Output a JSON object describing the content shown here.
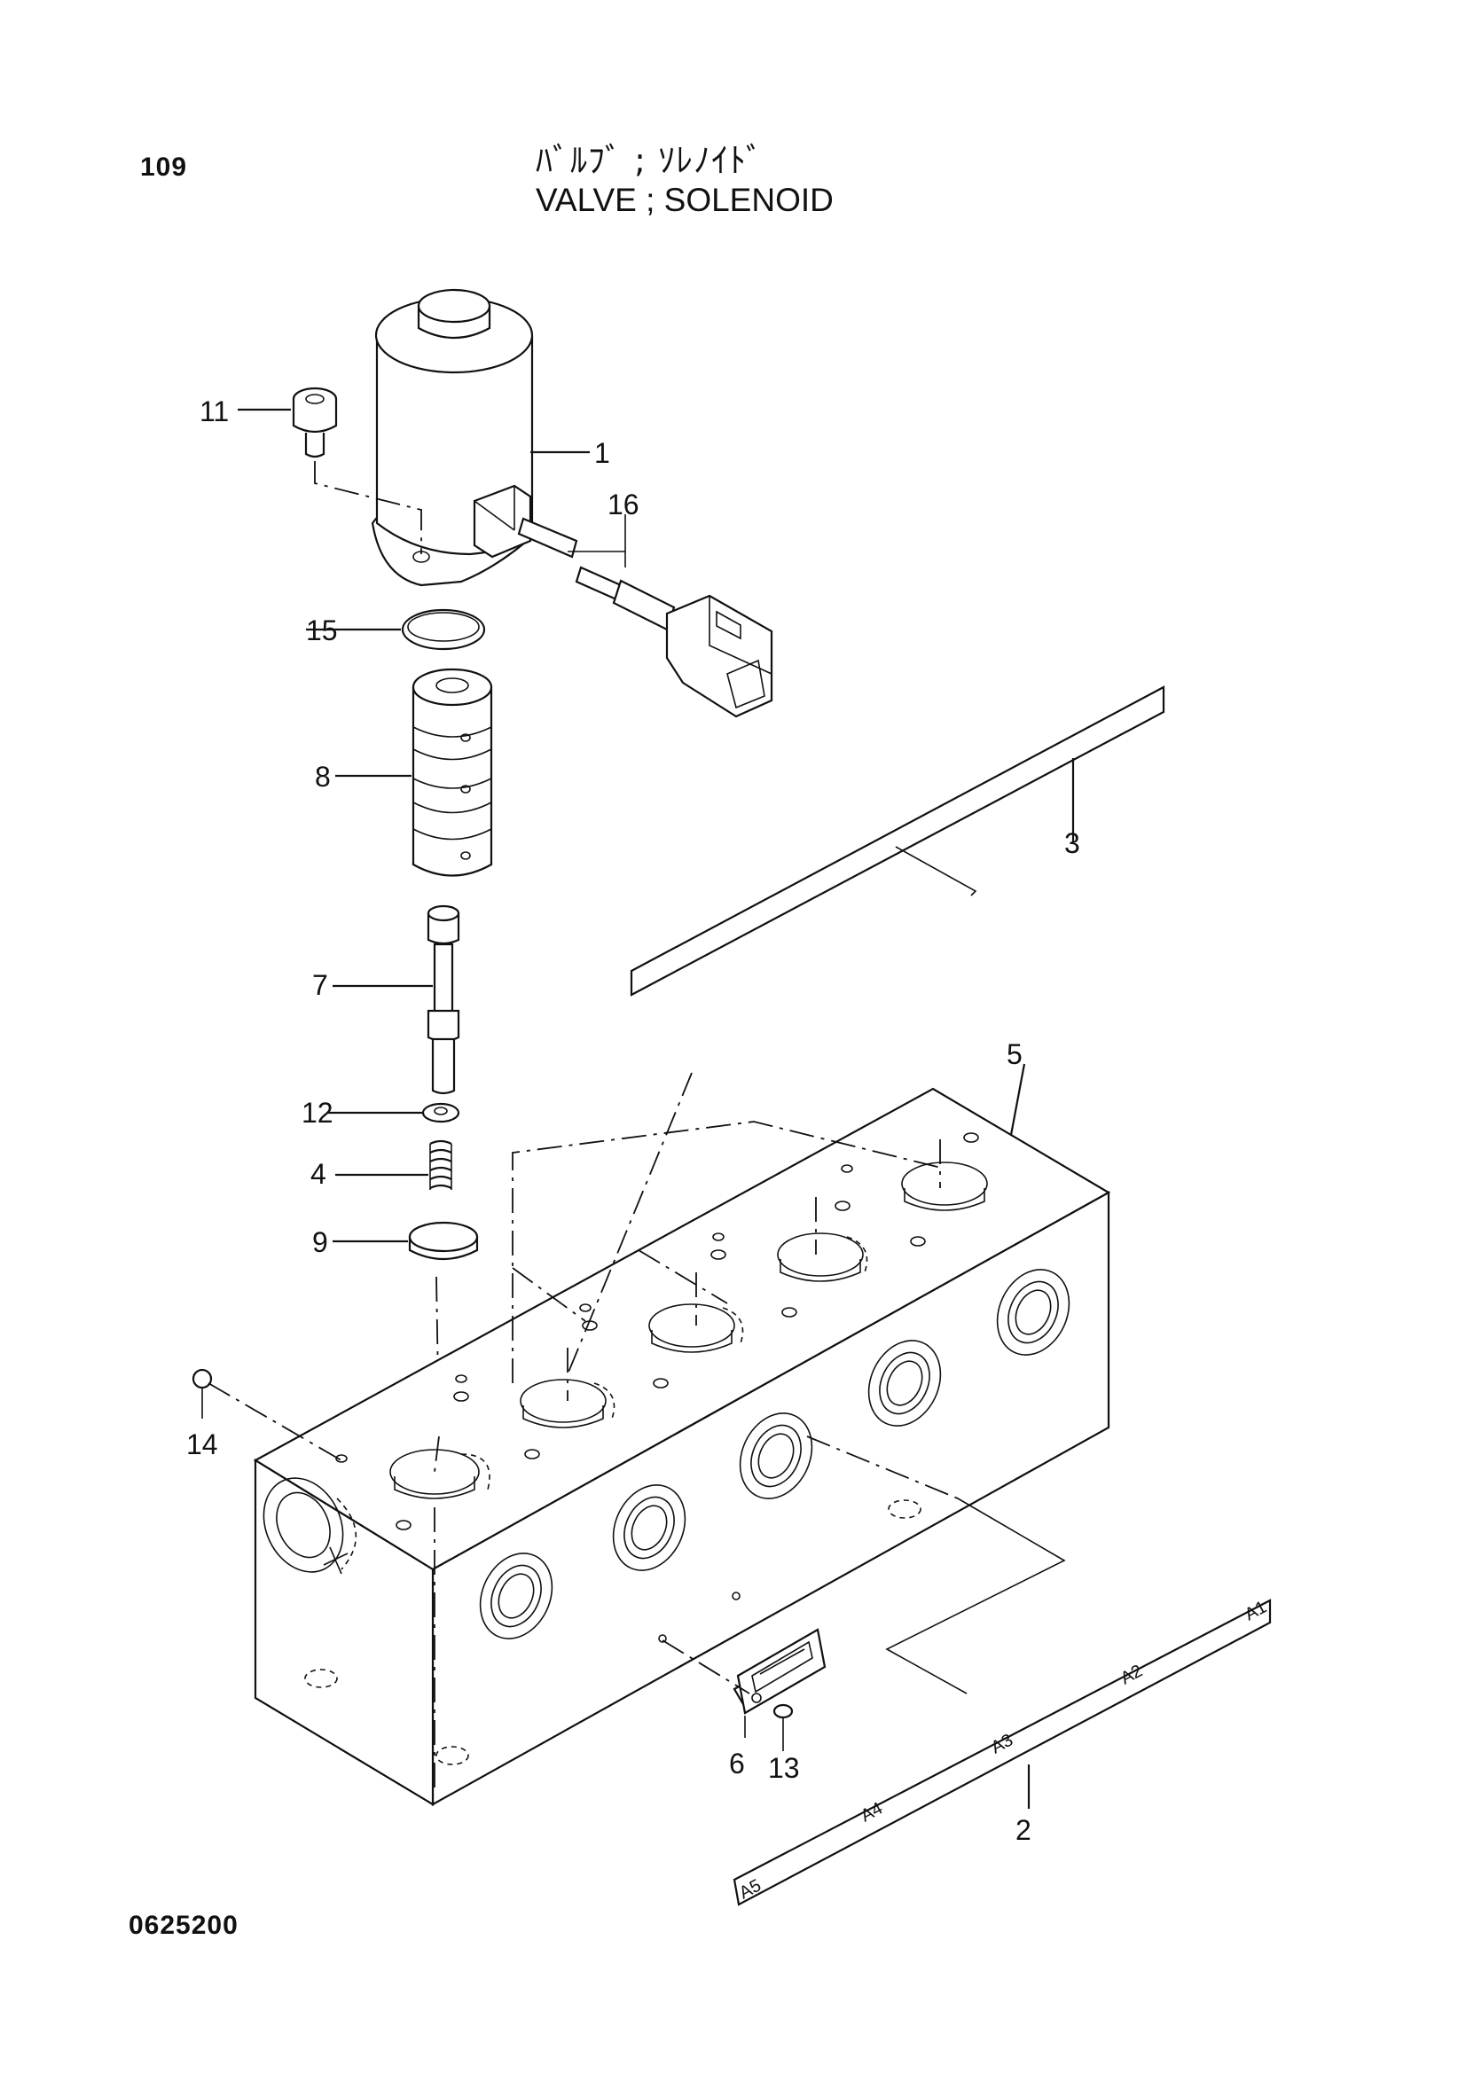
{
  "header": {
    "page_number": "109",
    "title_jp": "ﾊﾞﾙﾌﾞ ; ｿﾚﾉｲﾄﾞ",
    "title_en": "VALVE ; SOLENOID"
  },
  "footer": {
    "drawing_number": "0625200"
  },
  "callouts": {
    "c1": "1",
    "c2": "2",
    "c3": "3",
    "c4": "4",
    "c5": "5",
    "c6": "6",
    "c7": "7",
    "c8": "8",
    "c9": "9",
    "c11": "11",
    "c12": "12",
    "c13": "13",
    "c14": "14",
    "c15": "15",
    "c16": "16"
  },
  "plate_tags": {
    "a1": "A1",
    "a2": "A2",
    "a3": "A3",
    "a4": "A4",
    "a5": "A5"
  }
}
